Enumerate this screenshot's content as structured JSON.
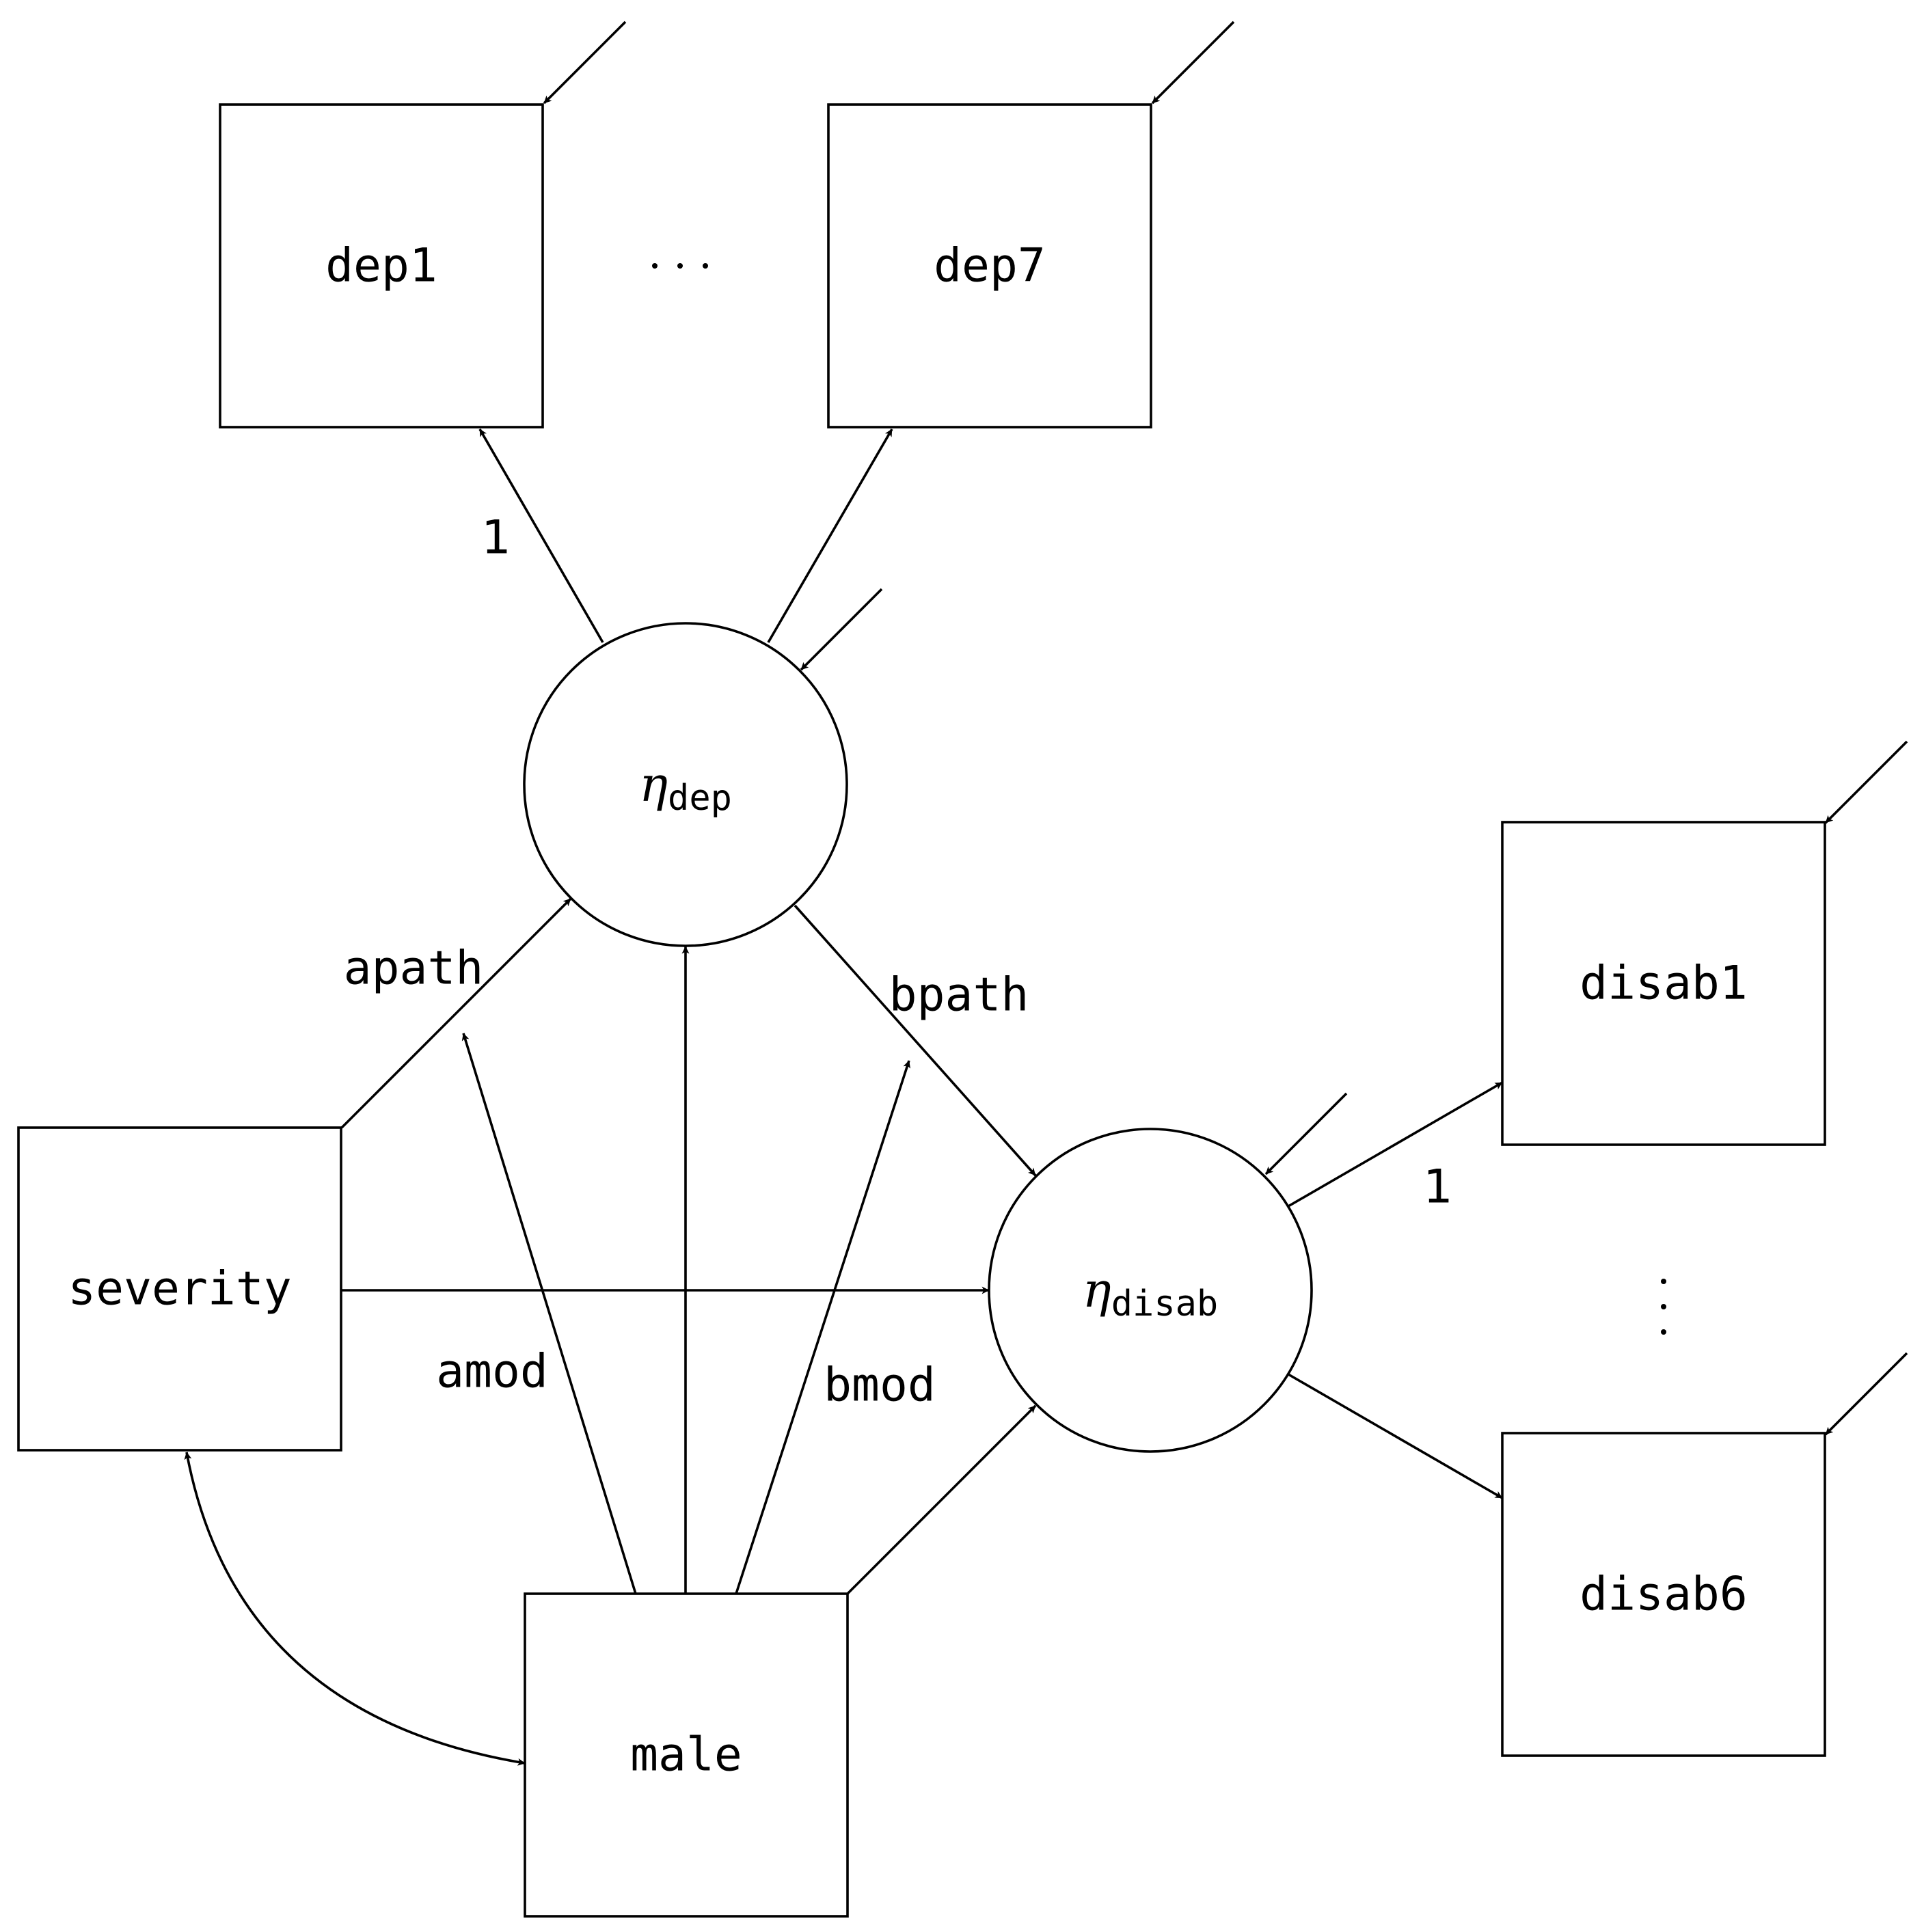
{
  "nodes": {
    "dep1": "dep1",
    "dep7": "dep7",
    "disab1": "disab1",
    "disab6": "disab6",
    "severity": "severity",
    "male": "male"
  },
  "latents": {
    "dep": {
      "symbol": "η",
      "subscript": "dep"
    },
    "disab": {
      "symbol": "η",
      "subscript": "disab"
    }
  },
  "path_labels": {
    "apath": "apath",
    "bpath": "bpath",
    "amod": "amod",
    "bmod": "bmod",
    "dep1_loading": "1",
    "disab1_loading": "1"
  }
}
